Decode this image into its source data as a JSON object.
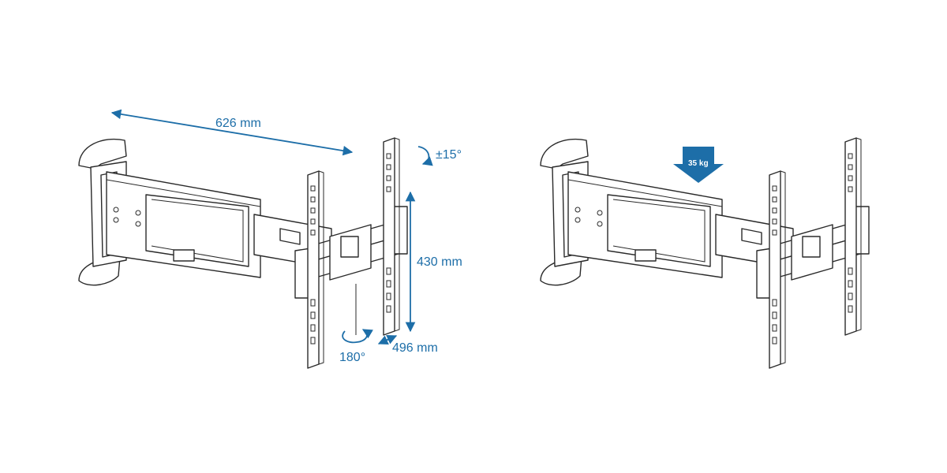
{
  "figure_left": {
    "depth_label": "626 mm",
    "tilt_label": "±15°",
    "height_label": "430 mm",
    "swivel_label": "180°",
    "width_label": "496 mm"
  },
  "figure_right": {
    "load_label": "35 kg"
  },
  "colors": {
    "accent": "#1d6ea8",
    "line": "#2a2a2a"
  }
}
